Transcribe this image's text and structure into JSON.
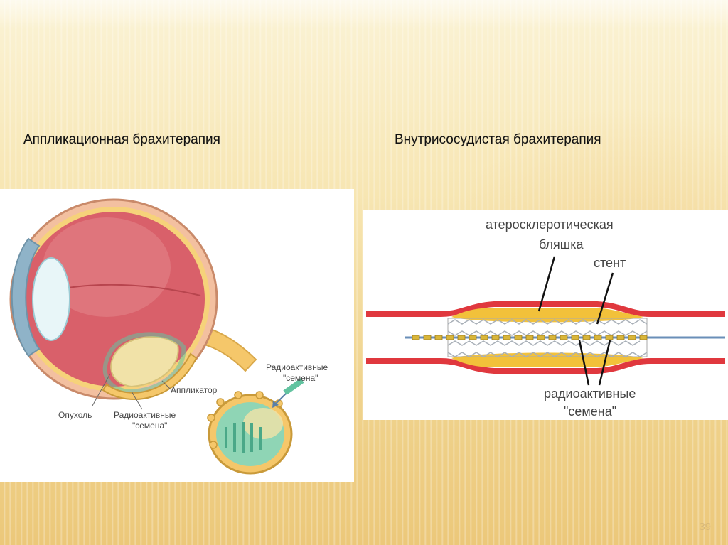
{
  "slide": {
    "page_number": "39"
  },
  "left_section": {
    "title": "Аппликационная брахитерапия",
    "labels": {
      "tumor": "Опухоль",
      "seeds_line1": "Радиоактивные",
      "seeds_line2": "\"семена\"",
      "applicator": "Аппликатор",
      "detail_seeds_line1": "Радиоактивные",
      "detail_seeds_line2": "\"семена\""
    }
  },
  "right_section": {
    "title": "Внутрисосудистая брахитерапия",
    "labels": {
      "plaque_line1": "атеросклеротическая",
      "plaque_line2": "бляшка",
      "stent": "стент",
      "seeds_line1": "радиоактивные",
      "seeds_line2": "\"семена\""
    }
  },
  "colors": {
    "vessel_wall": "#e0383e",
    "plaque": "#f2c13a",
    "eye_globe": "#d9606a",
    "seeds_green": "#62c3a0"
  }
}
